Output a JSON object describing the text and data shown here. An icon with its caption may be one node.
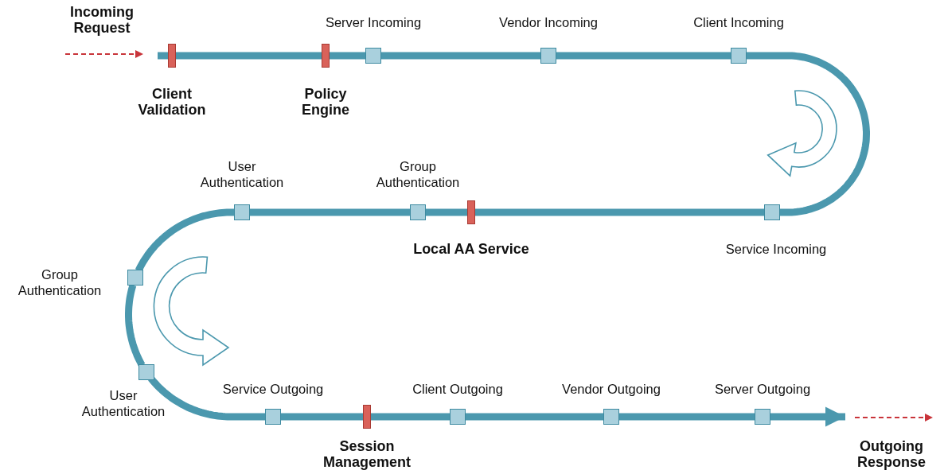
{
  "diagram": {
    "nodes": [
      {
        "text": [
          "Client Validation"
        ]
      },
      {
        "text": [
          "Policy Engine"
        ]
      },
      {
        "text": [
          "Server Incoming"
        ]
      },
      {
        "text": [
          "Vendor Incoming"
        ]
      },
      {
        "text": [
          "Client Incoming"
        ]
      },
      {
        "text": [
          "Service Incoming"
        ]
      },
      {
        "text": [
          "Local AA Service"
        ]
      },
      {
        "text": [
          "Group Authentication"
        ]
      },
      {
        "text": [
          "User Authentication"
        ]
      },
      {
        "text": [
          "Group Authentication"
        ]
      },
      {
        "text": [
          "User Authentication"
        ]
      },
      {
        "text": [
          "Service Outgoing"
        ]
      },
      {
        "text": [
          "Session Management"
        ]
      },
      {
        "text": [
          "Client Outgoing"
        ]
      },
      {
        "text": [
          "Vendor Outgoing"
        ]
      },
      {
        "text": [
          "Server Outgoing"
        ]
      }
    ],
    "edges": [
      {
        "from": null,
        "to": 0,
        "arrow": "none"
      },
      {
        "from": 0,
        "to": 1,
        "arrow": "none"
      },
      {
        "from": 1,
        "to": 2,
        "arrow": "none"
      },
      {
        "from": 2,
        "to": 3,
        "arrow": "none"
      },
      {
        "from": 3,
        "to": 4,
        "arrow": "none"
      },
      {
        "from": 4,
        "to": 5,
        "arrow": "none"
      },
      {
        "from": 5,
        "to": 6,
        "arrow": "none"
      },
      {
        "from": 6,
        "to": 7,
        "arrow": "none"
      },
      {
        "from": 7,
        "to": 8,
        "arrow": "none"
      },
      {
        "from": 8,
        "to": 9,
        "arrow": "none"
      },
      {
        "from": 9,
        "to": 10,
        "arrow": "none"
      },
      {
        "from": 10,
        "to": 11,
        "arrow": "none"
      },
      {
        "from": 11,
        "to": 12,
        "arrow": "none"
      },
      {
        "from": 12,
        "to": 13,
        "arrow": "none"
      },
      {
        "from": 13,
        "to": 14,
        "arrow": "none"
      },
      {
        "from": 14,
        "to": 15,
        "arrow": "none"
      },
      {
        "from": 15,
        "to": null,
        "arrow": "to"
      }
    ],
    "labels": [
      "Incoming Request",
      "Outgoing Response"
    ]
  }
}
